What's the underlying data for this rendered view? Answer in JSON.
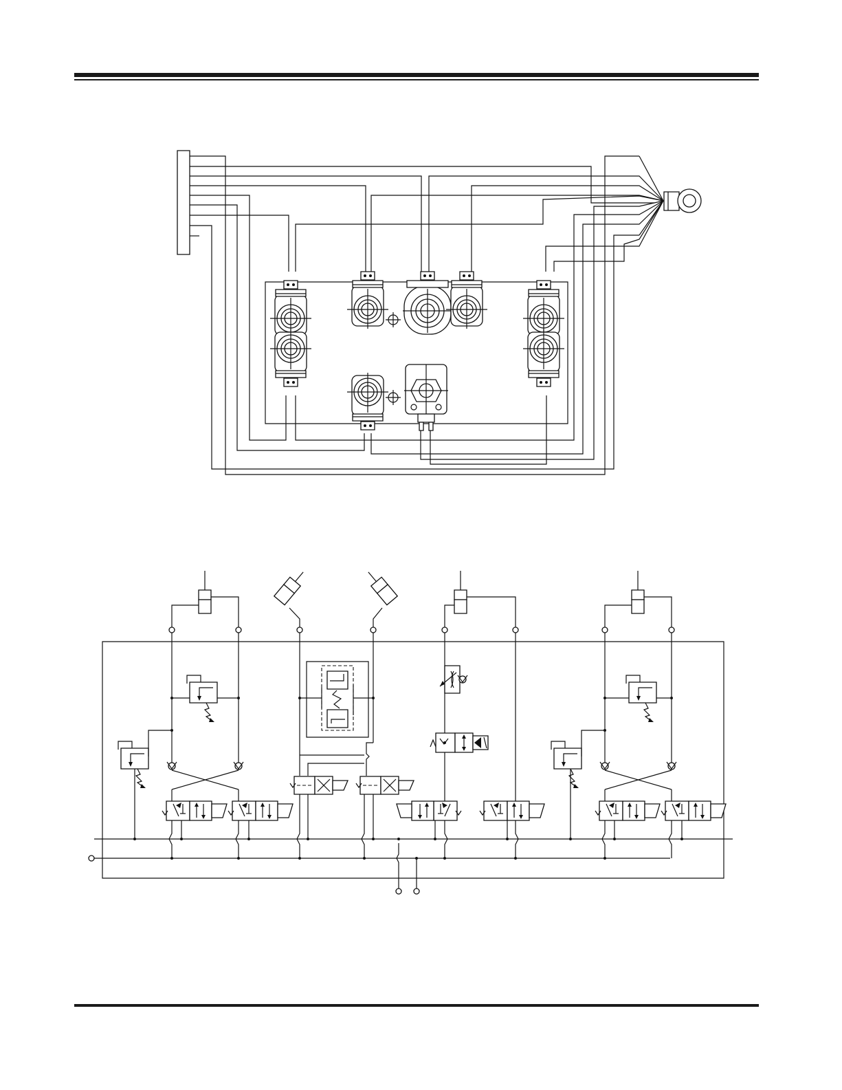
{
  "colors": {
    "ink": "#111111",
    "paper": "#ffffff"
  },
  "wiring_diagram": {
    "connector_left": "terminal-block",
    "connector_right": "multi-pin-round-connector",
    "manifold_block": "valve-manifold",
    "solenoid_coil_count": 9
  },
  "hydraulic_schematic": {
    "cylinders": 5,
    "relief_valves": 5,
    "solenoid_valves": 9,
    "check_valves": 5,
    "flow_control": 1
  }
}
